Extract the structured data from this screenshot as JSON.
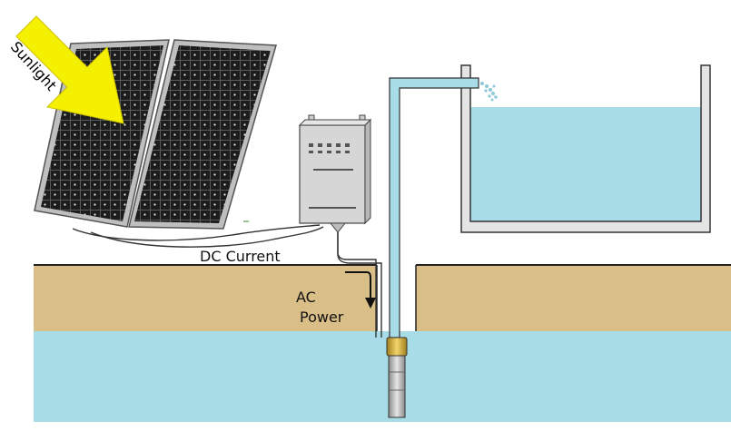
{
  "labels": {
    "sunlight": "Sunlight",
    "dc_current": "DC Current",
    "ac_line1": "AC",
    "ac_line2": "Power"
  },
  "colors": {
    "water": "#a8dde8",
    "soil": "#d9bf87",
    "soil_edge": "#222222",
    "panel_cell": "#1c1c1c",
    "panel_frame": "#bfbfbf",
    "arrow": "#f5ef00",
    "pipe": "#a8dde8",
    "tank_wall": "#b0b0b0",
    "pump_body": "#c8c8c8",
    "pump_top": "#d8b43a"
  }
}
